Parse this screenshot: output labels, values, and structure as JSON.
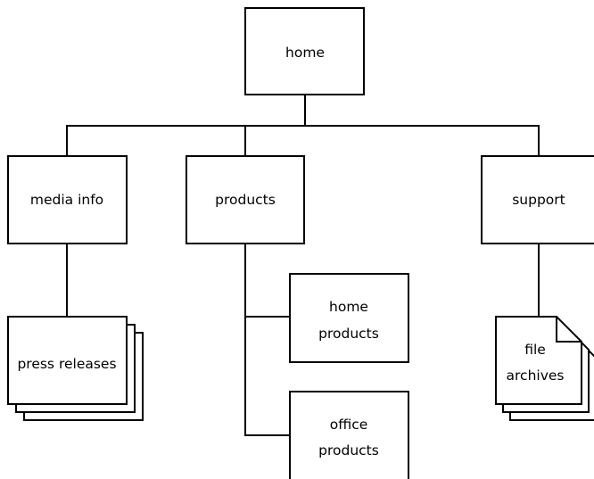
{
  "nodes": {
    "home": {
      "label": "home"
    },
    "media_info": {
      "label": "media info"
    },
    "products": {
      "label": "products"
    },
    "support": {
      "label": "support"
    },
    "press_releases": {
      "label": "press releases"
    },
    "home_products": {
      "line1": "home",
      "line2": "products"
    },
    "office_products": {
      "line1": "office",
      "line2": "products"
    },
    "file_archives": {
      "line1": "file",
      "line2": "archives"
    }
  }
}
